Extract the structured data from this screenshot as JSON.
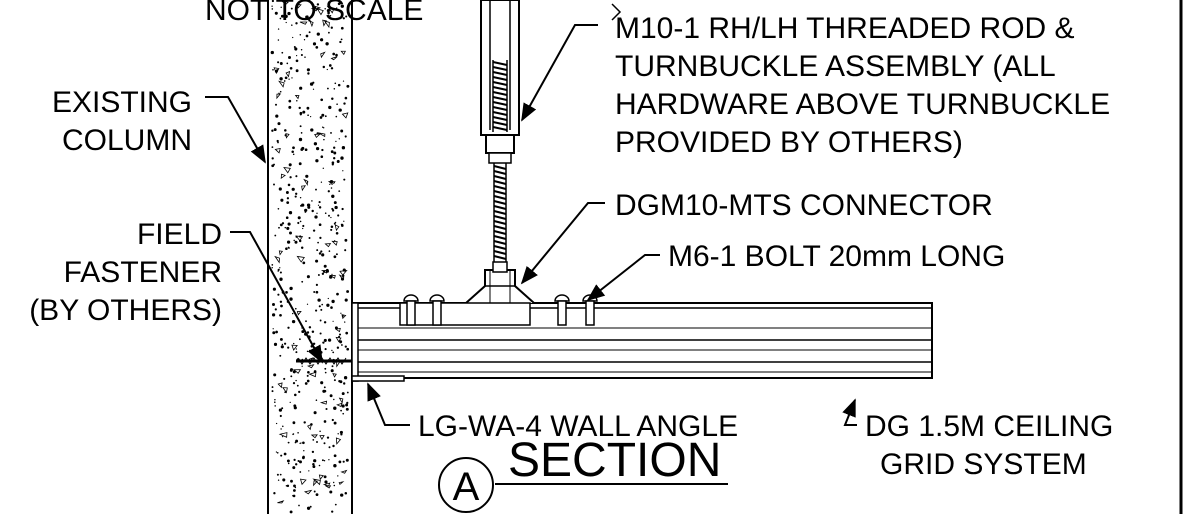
{
  "drawing": {
    "not_to_scale": "NOT TO SCALE",
    "section_letter": "A",
    "section_title": "SECTION",
    "labels": {
      "rod": [
        "M10-1 RH/LH  THREADED ROD &",
        "TURNBUCKLE ASSEMBLY (ALL",
        "HARDWARE ABOVE  TURNBUCKLE",
        "PROVIDED BY OTHERS)"
      ],
      "column": [
        "EXISTING",
        "COLUMN"
      ],
      "connector": "DGM10-MTS CONNECTOR",
      "bolt": "M6-1 BOLT 20mm LONG",
      "fastener": [
        "FIELD",
        "FASTENER",
        "(BY OTHERS)"
      ],
      "wall_angle": "LG-WA-4 WALL ANGLE",
      "grid": [
        "DG 1.5M CEILING",
        "GRID SYSTEM"
      ]
    },
    "colors": {
      "line": "#000000",
      "background": "#ffffff"
    }
  }
}
